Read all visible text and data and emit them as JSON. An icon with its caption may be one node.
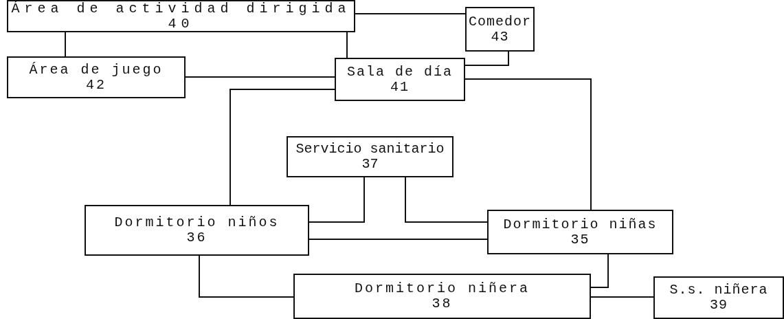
{
  "diagram": {
    "nodes": [
      {
        "text": [
          "Área de actividad dirigida",
          "40"
        ]
      },
      {
        "text": [
          "Comedor",
          "43"
        ]
      },
      {
        "text": [
          "Área de juego",
          "42"
        ]
      },
      {
        "text": [
          "Sala de día",
          "41"
        ]
      },
      {
        "text": [
          "Servicio sanitario",
          "37"
        ]
      },
      {
        "text": [
          "Dormitorio niños",
          "36"
        ]
      },
      {
        "text": [
          "Dormitorio niñas",
          "35"
        ]
      },
      {
        "text": [
          "Dormitorio niñera",
          "38"
        ]
      },
      {
        "text": [
          "S.s. niñera",
          "39"
        ]
      }
    ],
    "edges": [
      {
        "from": 0,
        "to": 1,
        "arrow": "none"
      },
      {
        "from": 0,
        "to": 2,
        "arrow": "none"
      },
      {
        "from": 0,
        "to": 3,
        "arrow": "none"
      },
      {
        "from": 1,
        "to": 3,
        "arrow": "none"
      },
      {
        "from": 2,
        "to": 3,
        "arrow": "none"
      },
      {
        "from": 3,
        "to": 5,
        "arrow": "none"
      },
      {
        "from": 3,
        "to": 6,
        "arrow": "none"
      },
      {
        "from": 4,
        "to": 5,
        "arrow": "none"
      },
      {
        "from": 4,
        "to": 6,
        "arrow": "none"
      },
      {
        "from": 5,
        "to": 6,
        "arrow": "none"
      },
      {
        "from": 5,
        "to": 7,
        "arrow": "none"
      },
      {
        "from": 6,
        "to": 7,
        "arrow": "none"
      },
      {
        "from": 7,
        "to": 8,
        "arrow": "none"
      }
    ]
  }
}
